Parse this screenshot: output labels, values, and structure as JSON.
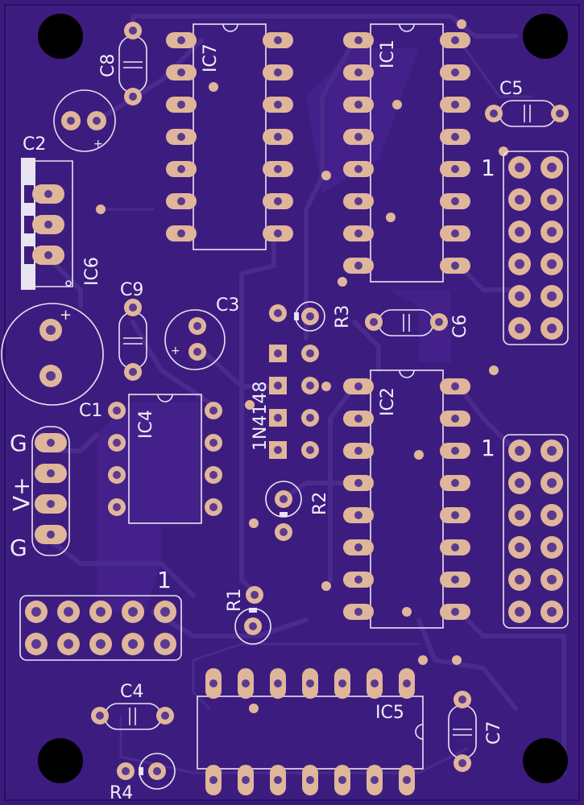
{
  "board": {
    "background": "#3a1a7a",
    "copper_color": "#e0b69a",
    "silk_color": "#e8e4f0"
  },
  "labels": {
    "ic7": "IC7",
    "ic1": "IC1",
    "ic2": "IC2",
    "ic4": "IC4",
    "ic5": "IC5",
    "ic6": "IC6",
    "c1": "C1",
    "c2": "C2",
    "c3": "C3",
    "c4": "C4",
    "c5": "C5",
    "c6": "C6",
    "c7": "C7",
    "c8": "C8",
    "c9": "C9",
    "r1": "R1",
    "r2": "R2",
    "r3": "R3",
    "r4": "R4",
    "diode": "1N4148",
    "header_a_pin1": "1",
    "header_b_pin1": "1",
    "header_c_pin1": "1",
    "power_g_top": "G",
    "power_v": "V+",
    "power_g_bottom": "G",
    "plus_c2": "+",
    "plus_c3": "+",
    "plus_cbig": "+"
  }
}
